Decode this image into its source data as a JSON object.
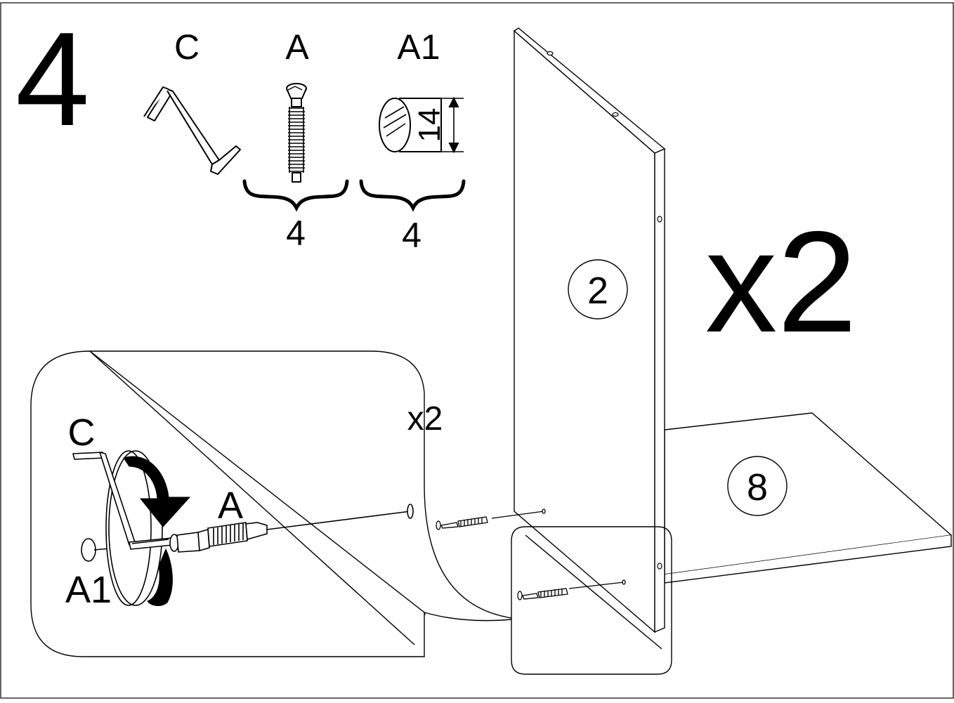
{
  "step_number": "4",
  "parts": [
    {
      "id": "C",
      "label": "C",
      "icon": "hex-key-icon",
      "quantity": ""
    },
    {
      "id": "A",
      "label": "A",
      "icon": "cam-bolt-icon",
      "quantity": "4"
    },
    {
      "id": "A1",
      "label": "A1",
      "icon": "cam-lock-icon",
      "quantity": "4",
      "dimension": "14"
    }
  ],
  "main_multiplier": "x2",
  "panels": [
    {
      "number": "2"
    },
    {
      "number": "8"
    }
  ],
  "detail": {
    "multiplier": "x2",
    "label_c": "C",
    "label_a": "A",
    "label_a1": "A1"
  },
  "colors": {
    "line": "#000000",
    "background": "#ffffff"
  }
}
